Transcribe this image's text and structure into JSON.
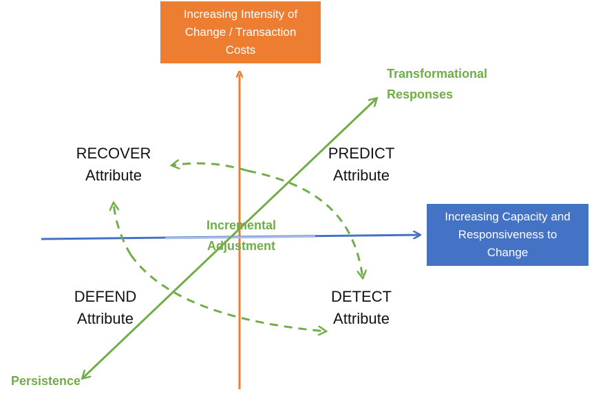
{
  "boxes": {
    "vertical_axis": [
      "Increasing Intensity of",
      "Change / Transaction",
      "Costs"
    ],
    "horizontal_axis": [
      "Increasing Capacity and",
      "Responsiveness to",
      "Change"
    ]
  },
  "quadrants": {
    "recover": [
      "RECOVER",
      "Attribute"
    ],
    "predict": [
      "PREDICT",
      "Attribute"
    ],
    "defend": [
      "DEFEND",
      "Attribute"
    ],
    "detect": [
      "DETECT",
      "Attribute"
    ]
  },
  "diagonal": {
    "top_label": [
      "Transformational",
      "Responses"
    ],
    "center_label": [
      "Incremental",
      "Adjustment"
    ],
    "bottom_label": "Persistence"
  },
  "colors": {
    "orange": "#ED7D31",
    "blue": "#4472C4",
    "green": "#70AD47"
  }
}
